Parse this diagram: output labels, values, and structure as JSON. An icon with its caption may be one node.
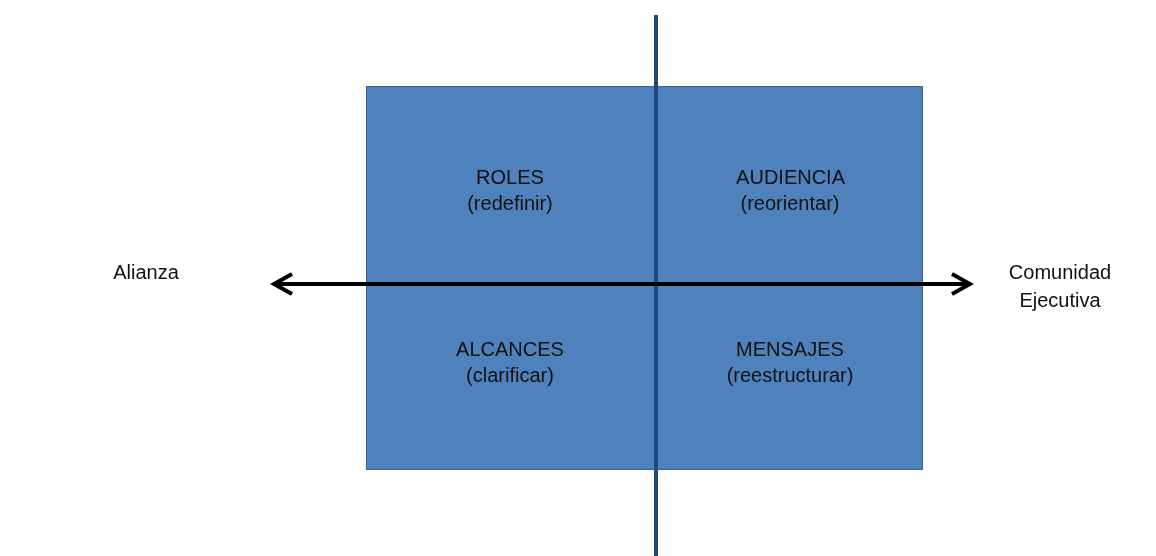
{
  "diagram": {
    "nodes": [
      {
        "text": [
          "Alianza"
        ]
      },
      {
        "text": [
          "ROLES (redefinir)"
        ]
      },
      {
        "text": [
          "AUDIENCIA (reorientar)"
        ]
      },
      {
        "text": [
          "ALCANCES (clarificar)"
        ]
      },
      {
        "text": [
          "MENSAJES (reestructurar)"
        ]
      },
      {
        "text": [
          "Comunidad Ejecutiva"
        ]
      }
    ],
    "edges": [
      {
        "from": 0,
        "to": 5,
        "arrow": "both"
      }
    ]
  }
}
